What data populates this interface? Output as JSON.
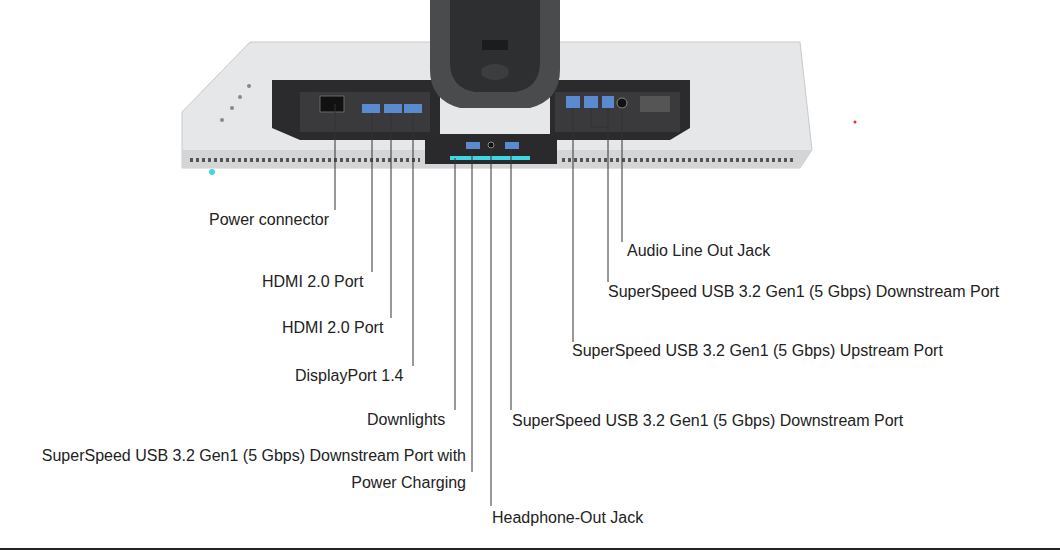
{
  "diagram": {
    "labels": [
      "Power connector",
      "Audio Line Out Jack",
      "HDMI 2.0 Port",
      "SuperSpeed USB 3.2 Gen1 (5 Gbps) Downstream Port",
      "HDMI 2.0 Port",
      "SuperSpeed USB 3.2 Gen1 (5 Gbps) Upstream Port",
      "DisplayPort 1.4",
      "Downlights",
      "SuperSpeed USB 3.2 Gen1 (5 Gbps) Downstream Port",
      "SuperSpeed USB 3.2 Gen1 (5 Gbps) Downstream Port with Power Charging",
      "Headphone-Out Jack"
    ]
  }
}
